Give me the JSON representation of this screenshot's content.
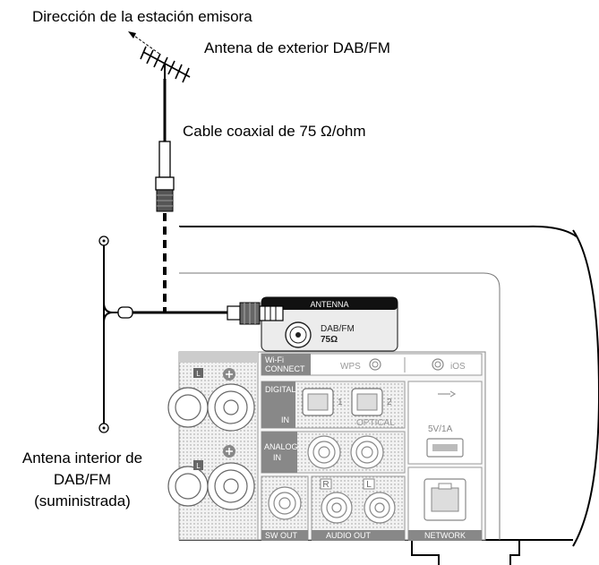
{
  "labels": {
    "direction": "Dirección de la estación emisora",
    "outdoor_antenna": "Antena de exterior DAB/FM",
    "coax_cable": "Cable coaxial de 75 Ω/ohm",
    "indoor_antenna_line1": "Antena interior de",
    "indoor_antenna_line2": "DAB/FM",
    "indoor_antenna_line3": "(suministrada)"
  },
  "panel": {
    "antenna_header": "ANTENNA",
    "antenna_jack_line1": "DAB/FM",
    "antenna_jack_line2": "75Ω",
    "wifi_connect_line1": "Wi-Fi",
    "wifi_connect_line2": "CONNECT",
    "wps": "WPS",
    "ios": "iOS",
    "digital": "DIGITAL",
    "digital_in": "IN",
    "optical_1": "1",
    "optical_2": "2",
    "optical": "OPTICAL",
    "analog_line1": "ANALOG",
    "analog_line2": "IN",
    "usb_power": "5V/1A",
    "sw_out": "SW OUT",
    "audio_out": "AUDIO OUT",
    "audio_r": "R",
    "audio_l": "L",
    "speaker_l": "L",
    "network": "NETWORK"
  }
}
